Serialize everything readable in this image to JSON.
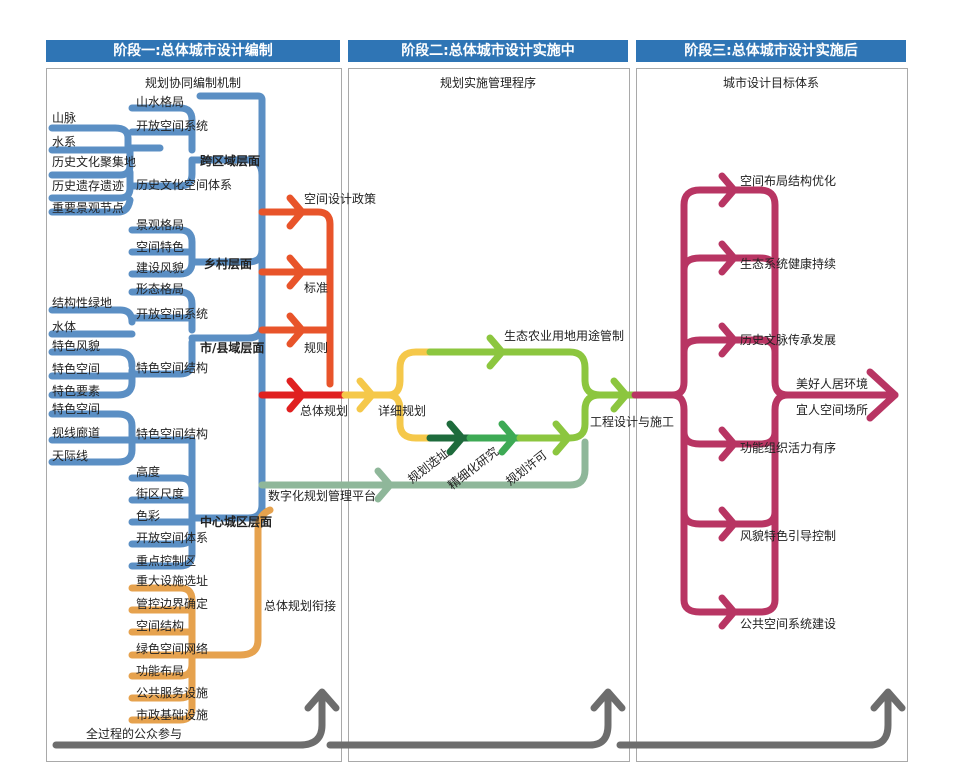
{
  "stages": [
    {
      "title": "阶段一:总体城市设计编制",
      "subtitle": "规划协同编制机制"
    },
    {
      "title": "阶段二:总体城市设计实施中",
      "subtitle": "规划实施管理程序"
    },
    {
      "title": "阶段三:总体城市设计实施后",
      "subtitle": "城市设计目标体系"
    }
  ],
  "left_inputs": [
    "山脉",
    "水系",
    "历史文化聚集地",
    "历史遗存遗迹",
    "重要景观节点",
    "结构性绿地",
    "水体",
    "特色风貌",
    "特色空间",
    "特色要素",
    "特色空间",
    "视线廊道",
    "天际线"
  ],
  "mid_elements": [
    "山水格局",
    "开放空间系统",
    "历史文化空间体系",
    "景观格局",
    "空间特色",
    "建设风貌",
    "形态格局",
    "开放空间系统",
    "特色空间结构",
    "特色空间结构",
    "高度",
    "街区尺度",
    "色彩",
    "开放空间体系",
    "重点控制区",
    "重大设施选址",
    "管控边界确定",
    "空间结构",
    "绿色空间网络",
    "功能布局",
    "公共服务设施",
    "市政基础设施"
  ],
  "levels": [
    "跨区域层面",
    "乡村层面",
    "市/县域层面",
    "中心城区层面"
  ],
  "outputs": [
    "空间设计政策",
    "标准",
    "规则",
    "总体规划"
  ],
  "stage2": {
    "detail_plan": "详细规划",
    "eco": "生态农业用地用途管制",
    "steps": [
      "规划选址",
      "精细化研究",
      "规划许可"
    ],
    "engineering": "工程设计与施工",
    "digital": "数字化规划管理平台",
    "coordination": "总体规划衔接"
  },
  "goals": [
    "空间布局结构优化",
    "生态系统健康持续",
    "历史文脉传承发展",
    "功能组织活力有序",
    "风貌特色引导控制",
    "公共空间系统建设"
  ],
  "final": [
    "美好人居环境",
    "宜人空间场所"
  ],
  "participation": "全过程的公众参与",
  "colors": {
    "blue": "#5b8fc4",
    "orange_red": "#e8542a",
    "red": "#e02020",
    "yellow": "#f5c84a",
    "green": "#8cc63f",
    "dark_green": "#1e6b3c",
    "mid_green": "#3daa55",
    "sage": "#8fb79a",
    "tan": "#e6a24e",
    "magenta": "#b83563",
    "gray": "#6d6d6d",
    "header": "#2f75b5"
  }
}
